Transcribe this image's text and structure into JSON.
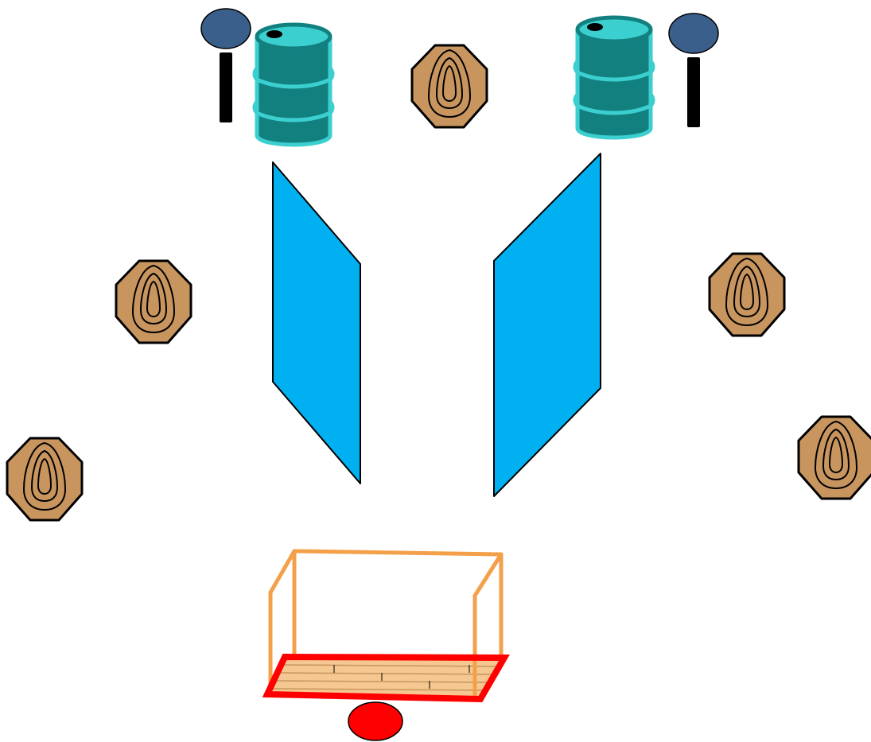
{
  "stage": {
    "description_labels": [],
    "colors": {
      "background": "#ffffff",
      "target_fill": "#c8955f",
      "target_stroke": "#000000",
      "barrel_body": "#138080",
      "barrel_top": "#3ccfcf",
      "barrel_rings": "#3ccfcf",
      "popper_head": "#3a5f8a",
      "popper_post": "#000000",
      "wall_fill": "#00b0f0",
      "wall_stroke": "#000000",
      "box_frame": "#f4a04a",
      "box_base_outline": "#ff0000",
      "box_floor": "#f4c890",
      "start_marker": "#ff0000"
    },
    "icons": {
      "steel_target": "octagon-steel-target-icon",
      "barrel": "oil-barrel-icon",
      "popper": "popper-target-icon",
      "wall": "barricade-wall-icon",
      "shooting_box": "shooting-box-icon",
      "start_position": "start-position-icon"
    },
    "counts": {
      "steel_targets": 5,
      "barrels": 2,
      "poppers": 2,
      "walls": 2,
      "shooting_boxes": 1,
      "start_markers": 1
    }
  }
}
